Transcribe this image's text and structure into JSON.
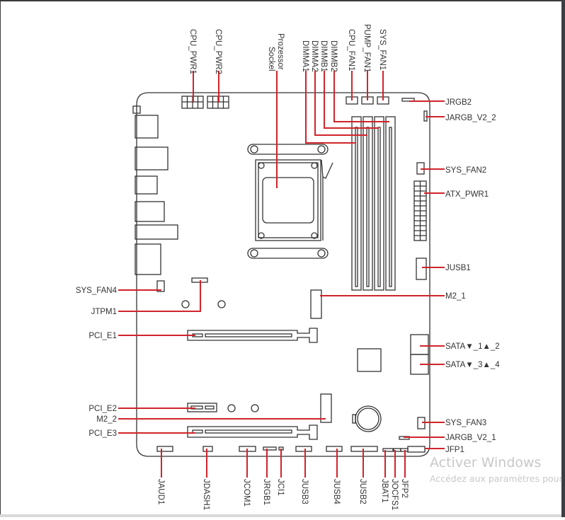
{
  "diagram": {
    "title": "Motherboard layout",
    "accent_color": "#d0242b",
    "board_line_color": "#333333",
    "top_labels": [
      {
        "id": "cpu-pwr1",
        "text": "CPU_PWR1"
      },
      {
        "id": "cpu-pwr2",
        "text": "CPU_PWR2"
      },
      {
        "id": "prozessor-socket",
        "text": "Prozessor",
        "text2": "Sockel"
      },
      {
        "id": "dimma1",
        "text": "DIMMA1"
      },
      {
        "id": "dimma2",
        "text": "DIMMA2"
      },
      {
        "id": "dimmb1",
        "text": "DIMMB1"
      },
      {
        "id": "dimmb2",
        "text": "DIMMB2"
      },
      {
        "id": "cpu-fan1",
        "text": "CPU_FAN1"
      },
      {
        "id": "pump-fan1",
        "text": "PUMP_FAN1"
      },
      {
        "id": "sys-fan1",
        "text": "SYS_FAN1"
      }
    ],
    "right_labels": [
      {
        "id": "jrgb2",
        "text": "JRGB2"
      },
      {
        "id": "jargb-v2-2",
        "text": "JARGB_V2_2"
      },
      {
        "id": "sys-fan2",
        "text": "SYS_FAN2"
      },
      {
        "id": "atx-pwr1",
        "text": "ATX_PWR1"
      },
      {
        "id": "jusb1",
        "text": "JUSB1"
      },
      {
        "id": "m2-1",
        "text": "M2_1"
      },
      {
        "id": "sata-1-2",
        "text": "SATA▼_1▲_2"
      },
      {
        "id": "sata-3-4",
        "text": "SATA▼_3▲_4"
      },
      {
        "id": "sys-fan3",
        "text": "SYS_FAN3"
      },
      {
        "id": "jargb-v2-1",
        "text": "JARGB_V2_1"
      },
      {
        "id": "jfp1",
        "text": "JFP1"
      }
    ],
    "left_labels": [
      {
        "id": "sys-fan4",
        "text": "SYS_FAN4"
      },
      {
        "id": "jtpm1",
        "text": "JTPM1"
      },
      {
        "id": "pci-e1",
        "text": "PCI_E1"
      },
      {
        "id": "pci-e2",
        "text": "PCI_E2"
      },
      {
        "id": "m2-2",
        "text": "M2_2"
      },
      {
        "id": "pci-e3",
        "text": "PCI_E3"
      }
    ],
    "bottom_labels": [
      {
        "id": "jaud1",
        "text": "JAUD1"
      },
      {
        "id": "jdash1",
        "text": "JDASH1"
      },
      {
        "id": "jcom1",
        "text": "JCOM1"
      },
      {
        "id": "jrgb1",
        "text": "JRGB1"
      },
      {
        "id": "jci1",
        "text": "JCI1"
      },
      {
        "id": "jusb3",
        "text": "JUSB3"
      },
      {
        "id": "jusb4",
        "text": "JUSB4"
      },
      {
        "id": "jusb2",
        "text": "JUSB2"
      },
      {
        "id": "jbat1",
        "text": "JBAT1"
      },
      {
        "id": "jocfs1",
        "text": "JOCFS1"
      },
      {
        "id": "jfp2",
        "text": "JFP2"
      }
    ]
  },
  "watermark": {
    "line1": "Activer Windows",
    "line2": "Accédez aux paramètres pour activer Windows."
  }
}
